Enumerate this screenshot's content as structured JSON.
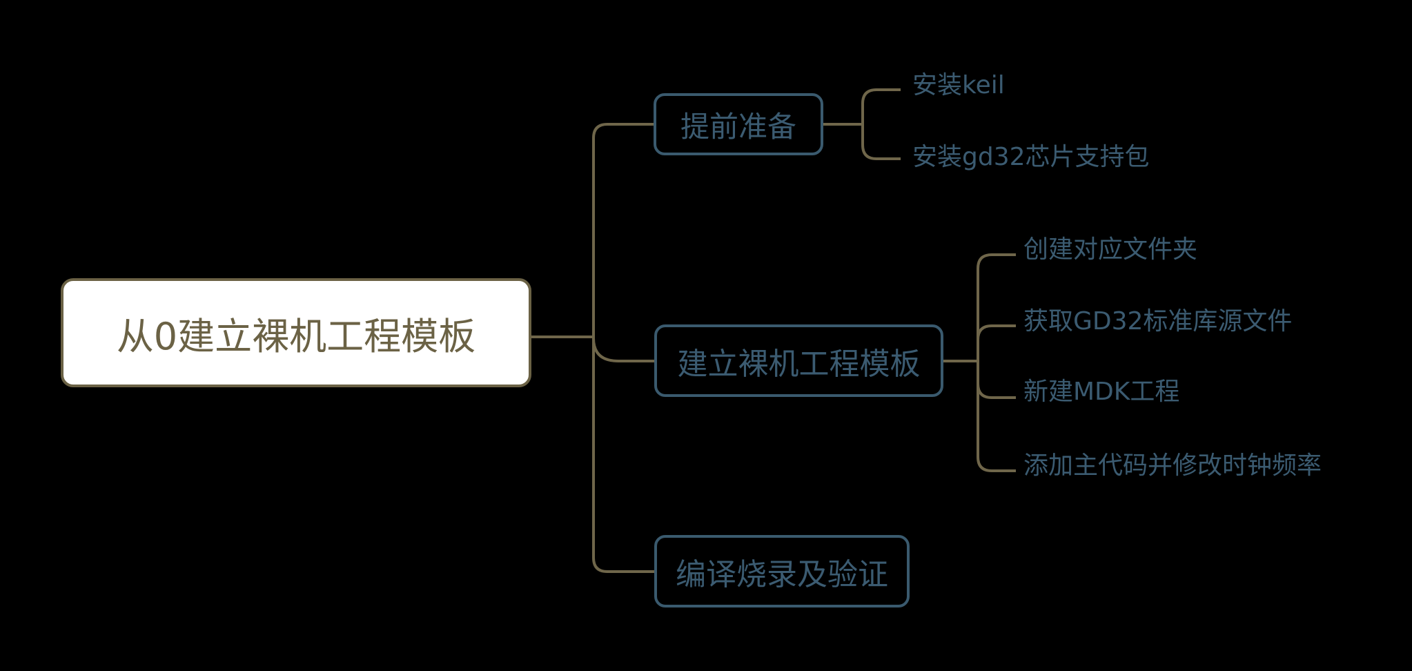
{
  "colors": {
    "background": "#000000",
    "root_fill": "#FFFFFF",
    "root_accent": "#6B6245",
    "branch_accent": "#3A5A6E",
    "branch_text": "#3B5B71",
    "connector": "#6F664A"
  },
  "mindmap": {
    "root": {
      "label": "从0建立裸机工程模板"
    },
    "branches": [
      {
        "label": "提前准备",
        "children": [
          {
            "label": "安装keil"
          },
          {
            "label": "安装gd32芯片支持包"
          }
        ]
      },
      {
        "label": "建立裸机工程模板",
        "children": [
          {
            "label": "创建对应文件夹"
          },
          {
            "label": "获取GD32标准库源文件"
          },
          {
            "label": "新建MDK工程"
          },
          {
            "label": "添加主代码并修改时钟频率"
          }
        ]
      },
      {
        "label": "编译烧录及验证",
        "children": []
      }
    ]
  }
}
